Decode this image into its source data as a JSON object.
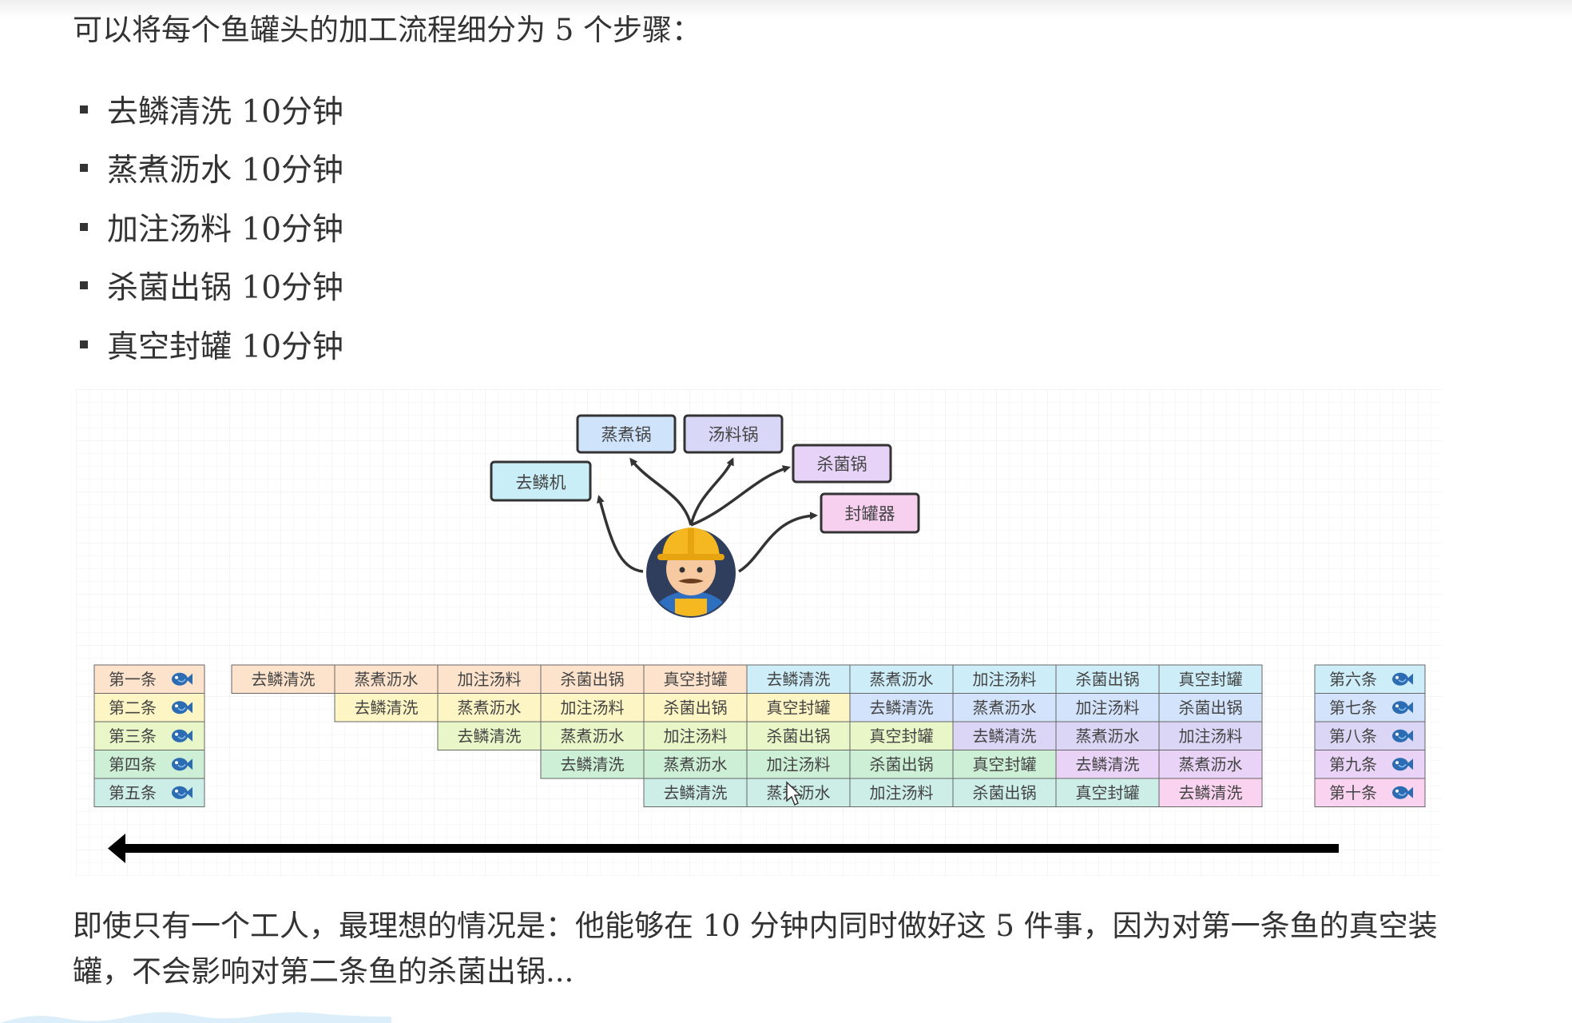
{
  "intro": "可以将每个鱼罐头的加工流程细分为 5 个步骤：",
  "steps": [
    "去鳞清洗 10分钟",
    "蒸煮沥水 10分钟",
    "加注汤料 10分钟",
    "杀菌出锅 10分钟",
    "真空封罐 10分钟"
  ],
  "machines": {
    "descaler": "去鳞机",
    "steamer": "蒸煮锅",
    "soup_pot": "汤料锅",
    "sterilizer": "杀菌锅",
    "sealer": "封罐器"
  },
  "fish_left": [
    "第一条",
    "第二条",
    "第三条",
    "第四条",
    "第五条"
  ],
  "fish_right": [
    "第六条",
    "第七条",
    "第八条",
    "第九条",
    "第十条"
  ],
  "pipeline_rows": [
    [
      "去鳞清洗",
      "蒸煮沥水",
      "加注汤料",
      "杀菌出锅",
      "真空封罐",
      "去鳞清洗",
      "蒸煮沥水",
      "加注汤料",
      "杀菌出锅",
      "真空封罐"
    ],
    [
      "去鳞清洗",
      "蒸煮沥水",
      "加注汤料",
      "杀菌出锅",
      "真空封罐",
      "去鳞清洗",
      "蒸煮沥水",
      "加注汤料",
      "杀菌出锅"
    ],
    [
      "去鳞清洗",
      "蒸煮沥水",
      "加注汤料",
      "杀菌出锅",
      "真空封罐",
      "去鳞清洗",
      "蒸煮沥水",
      "加注汤料"
    ],
    [
      "去鳞清洗",
      "蒸煮沥水",
      "加注汤料",
      "杀菌出锅",
      "真空封罐",
      "去鳞清洗",
      "蒸煮沥水"
    ],
    [
      "去鳞清洗",
      "蒸煮沥水",
      "加注汤料",
      "杀菌出锅",
      "真空封罐",
      "去鳞清洗"
    ]
  ],
  "outro": "即使只有一个工人，最理想的情况是：他能够在 10 分钟内同时做好这 5 件事，因为对第一条鱼的真空装罐，不会影响对第二条鱼的杀菌出锅...",
  "colors": {
    "fish1": "#fde3cc",
    "fish2": "#fdf5c4",
    "fish3": "#e8f6c8",
    "fish4": "#cdefd6",
    "fish5": "#cdeee6",
    "fish6": "#cdeef8",
    "fish7": "#d3e3fb",
    "fish8": "#dcd6f6",
    "fish9": "#e9d3f6",
    "fish10": "#f9d3ef",
    "descaler": "#c9eef7",
    "steamer": "#cfe4fb",
    "soup_pot": "#d9d7f7",
    "sterilizer": "#e6d3f7",
    "sealer": "#f7d0f0",
    "helmet": "#f5b820",
    "overalls": "#2f6fc0",
    "body_ring": "#2e3e5c",
    "arrow": "#000000"
  },
  "icons": [
    "fish-icon",
    "worker-avatar",
    "helmet-icon",
    "left-arrow-icon"
  ]
}
